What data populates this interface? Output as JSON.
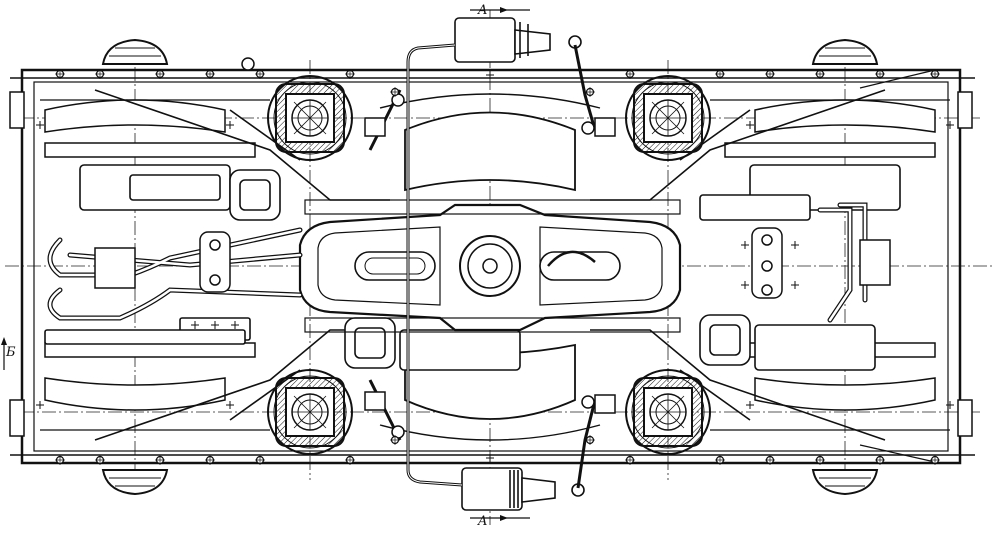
{
  "drawing": {
    "section_marks": {
      "top": "A",
      "bottom": "A",
      "left": "Б"
    }
  }
}
